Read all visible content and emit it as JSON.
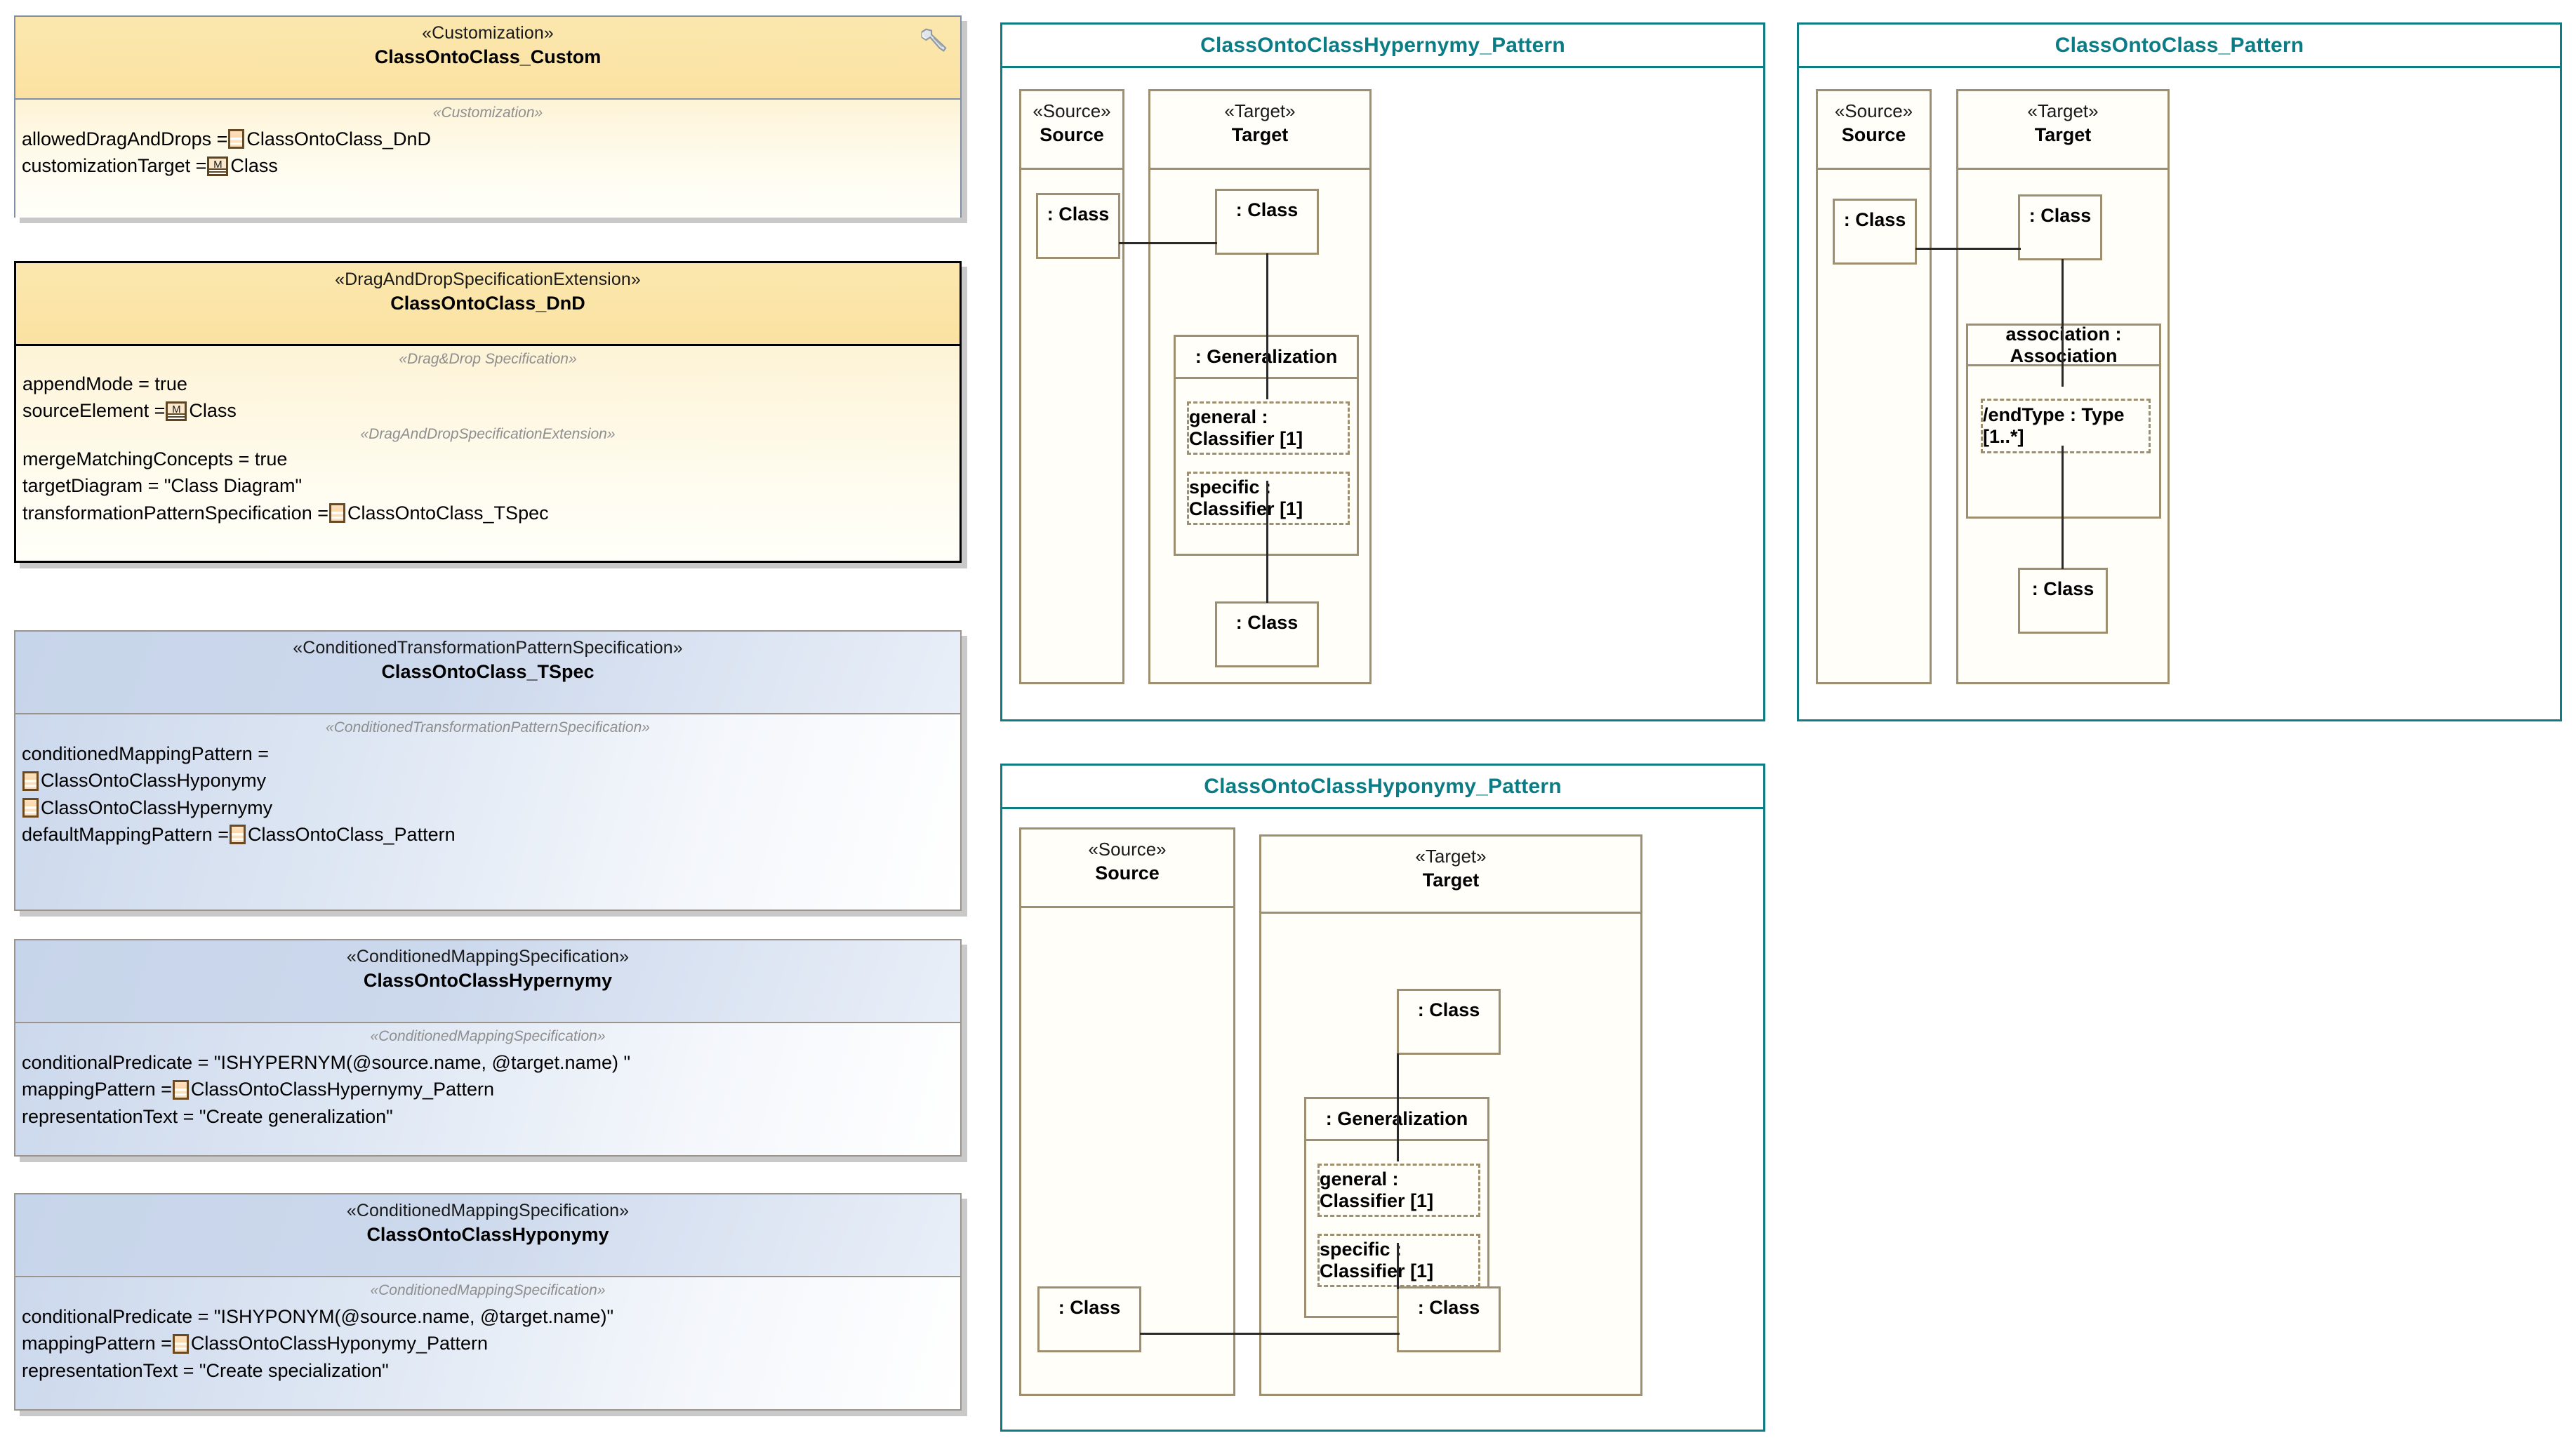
{
  "left_column": {
    "boxes": [
      {
        "id": "class-onto-class-custom",
        "stereotype": "«Customization»",
        "name": "ClassOntoClass_Custom",
        "compartment_stereotype": "«Customization»",
        "icon": "wrench-icon",
        "attributes": [
          {
            "label": "allowedDragAndDrops = ",
            "icon": "pattern-icon",
            "value": "ClassOntoClass_DnD"
          },
          {
            "label": "customizationTarget = ",
            "icon": "metaclass-icon",
            "value": "Class"
          }
        ]
      },
      {
        "id": "class-onto-class-dnd",
        "stereotype": "«DragAndDropSpecificationExtension»",
        "name": "ClassOntoClass_DnD",
        "compartment_stereotype": "«Drag&Drop Specification»",
        "compartment_stereotype_2": "«DragAndDropSpecificationExtension»",
        "attributes": [
          {
            "label": "appendMode = true",
            "icon": "none",
            "value": ""
          },
          {
            "label": "sourceElement = ",
            "icon": "metaclass-icon",
            "value": "Class"
          }
        ],
        "attributes_2": [
          {
            "label": "mergeMatchingConcepts = true",
            "icon": "none",
            "value": ""
          },
          {
            "label": "targetDiagram = \"Class Diagram\"",
            "icon": "none",
            "value": ""
          },
          {
            "label": "transformationPatternSpecification = ",
            "icon": "pattern-icon",
            "value": "ClassOntoClass_TSpec"
          }
        ]
      },
      {
        "id": "class-onto-class-tspec",
        "stereotype": "«ConditionedTransformationPatternSpecification»",
        "name": "ClassOntoClass_TSpec",
        "compartment_stereotype": "«ConditionedTransformationPatternSpecification»",
        "attributes": [
          {
            "label": "conditionedMappingPattern =",
            "icon": "none",
            "value": ""
          },
          {
            "label": "",
            "icon": "pattern-icon",
            "value": "ClassOntoClassHyponymy"
          },
          {
            "label": "",
            "icon": "pattern-icon",
            "value": "ClassOntoClassHypernymy"
          },
          {
            "label": "defaultMappingPattern = ",
            "icon": "pattern-icon",
            "value": "ClassOntoClass_Pattern"
          }
        ]
      },
      {
        "id": "class-onto-class-hypernymy",
        "stereotype": "«ConditionedMappingSpecification»",
        "name": "ClassOntoClassHypernymy",
        "compartment_stereotype": "«ConditionedMappingSpecification»",
        "attributes": [
          {
            "label": "conditionalPredicate = \"ISHYPERNYM(@source.name, @target.name) \"",
            "icon": "none",
            "value": ""
          },
          {
            "label": "mappingPattern = ",
            "icon": "pattern-icon",
            "value": "ClassOntoClassHypernymy_Pattern"
          },
          {
            "label": "representationText = \"Create generalization\"",
            "icon": "none",
            "value": ""
          }
        ]
      },
      {
        "id": "class-onto-class-hyponymy",
        "stereotype": "«ConditionedMappingSpecification»",
        "name": "ClassOntoClassHyponymy",
        "compartment_stereotype": "«ConditionedMappingSpecification»",
        "attributes": [
          {
            "label": "conditionalPredicate = \"ISHYPONYM(@source.name, @target.name)\"",
            "icon": "none",
            "value": ""
          },
          {
            "label": "mappingPattern = ",
            "icon": "pattern-icon",
            "value": "ClassOntoClassHyponymy_Pattern"
          },
          {
            "label": "representationText = \"Create specialization\"",
            "icon": "none",
            "value": ""
          }
        ]
      }
    ]
  },
  "panels": {
    "hypernymy": {
      "title": "ClassOntoClassHypernymy_Pattern",
      "source_lane": {
        "stereotype": "«Source»",
        "name": "Source"
      },
      "target_lane": {
        "stereotype": "«Target»",
        "name": "Target"
      },
      "source_class": ": Class",
      "target_class_top": ": Class",
      "generalization": {
        "name": ": Generalization",
        "slots": [
          "general : Classifier [1]",
          "specific : Classifier [1]"
        ]
      },
      "target_class_bottom": ": Class"
    },
    "classonto": {
      "title": "ClassOntoClass_Pattern",
      "source_lane": {
        "stereotype": "«Source»",
        "name": "Source"
      },
      "target_lane": {
        "stereotype": "«Target»",
        "name": "Target"
      },
      "source_class": ": Class",
      "target_class_top": ": Class",
      "association": {
        "name": "association : Association",
        "slots": [
          "/endType : Type [1..*]"
        ]
      },
      "target_class_bottom": ": Class"
    },
    "hyponymy": {
      "title": "ClassOntoClassHyponymy_Pattern",
      "source_lane": {
        "stereotype": "«Source»",
        "name": "Source"
      },
      "target_lane": {
        "stereotype": "«Target»",
        "name": "Target"
      },
      "source_class": ": Class",
      "target_class_top": ": Class",
      "generalization": {
        "name": ": Generalization",
        "slots": [
          "general : Classifier [1]",
          "specific : Classifier [1]"
        ]
      },
      "target_class_bottom": ": Class"
    }
  },
  "colors": {
    "panel_border": "#0f7b82",
    "panel_title_text": "#0b7c85",
    "uml_element_border": "#9d8f6f",
    "yellow_header": "#fbe2a2",
    "blue_header": "#ccd8ec",
    "connector": "#2a2a2a"
  }
}
